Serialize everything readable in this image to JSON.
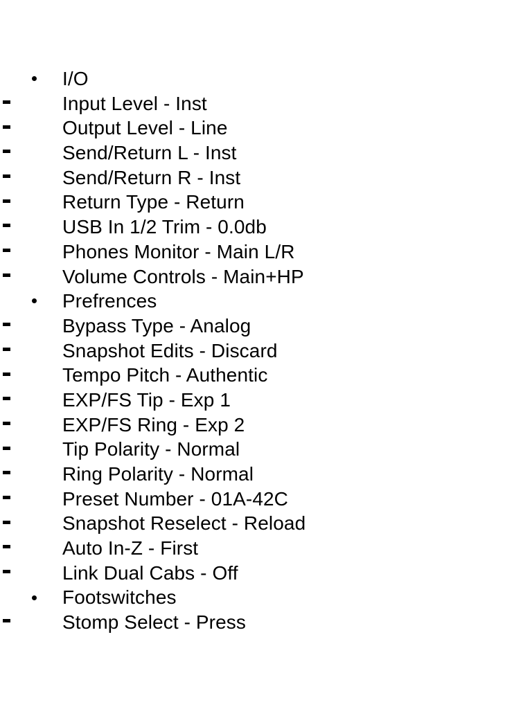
{
  "document": {
    "background_color": "#ffffff",
    "text_color": "#000000",
    "marker_bullet": "•",
    "marker_dash": "-"
  },
  "outline": [
    {
      "level": 1,
      "marker": "bullet",
      "text": "I/O"
    },
    {
      "level": 2,
      "marker": "dash",
      "text": "Input Level - Inst"
    },
    {
      "level": 2,
      "marker": "dash",
      "text": "Output Level - Line"
    },
    {
      "level": 2,
      "marker": "dash",
      "text": "Send/Return L - Inst"
    },
    {
      "level": 2,
      "marker": "dash",
      "text": "Send/Return R - Inst"
    },
    {
      "level": 2,
      "marker": "dash",
      "text": "Return Type - Return"
    },
    {
      "level": 2,
      "marker": "dash",
      "text": "USB In 1/2 Trim - 0.0db"
    },
    {
      "level": 2,
      "marker": "dash",
      "text": "Phones Monitor - Main L/R"
    },
    {
      "level": 2,
      "marker": "dash",
      "text": "Volume Controls - Main+HP"
    },
    {
      "level": 1,
      "marker": "bullet",
      "text": "Prefrences"
    },
    {
      "level": 2,
      "marker": "dash",
      "text": "Bypass Type - Analog"
    },
    {
      "level": 2,
      "marker": "dash",
      "text": "Snapshot Edits - Discard"
    },
    {
      "level": 2,
      "marker": "dash",
      "text": "Tempo Pitch - Authentic"
    },
    {
      "level": 2,
      "marker": "dash",
      "text": "EXP/FS Tip - Exp 1"
    },
    {
      "level": 2,
      "marker": "dash",
      "text": "EXP/FS Ring - Exp 2"
    },
    {
      "level": 2,
      "marker": "dash",
      "text": "Tip Polarity - Normal"
    },
    {
      "level": 2,
      "marker": "dash",
      "text": "Ring Polarity - Normal"
    },
    {
      "level": 2,
      "marker": "dash",
      "text": "Preset Number - 01A-42C"
    },
    {
      "level": 2,
      "marker": "dash",
      "text": "Snapshot Reselect - Reload"
    },
    {
      "level": 2,
      "marker": "dash",
      "text": "Auto In-Z - First"
    },
    {
      "level": 2,
      "marker": "dash",
      "text": "Link Dual Cabs - Off"
    },
    {
      "level": 1,
      "marker": "bullet",
      "text": "Footswitches"
    },
    {
      "level": 2,
      "marker": "dash",
      "text": "Stomp Select - Press"
    }
  ]
}
